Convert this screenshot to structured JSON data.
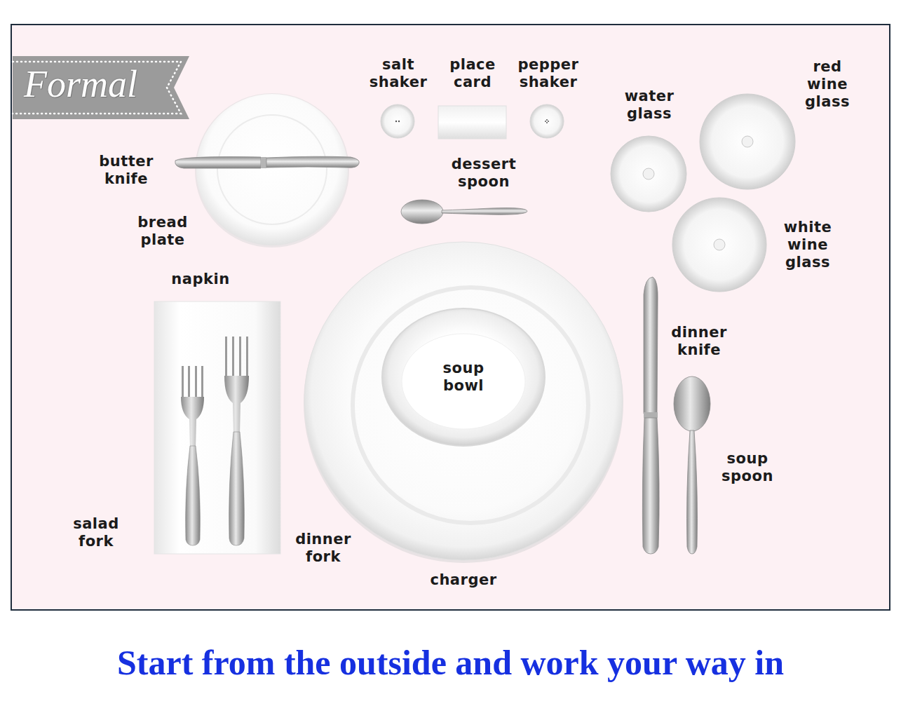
{
  "diagram": {
    "title": "Formal",
    "caption": "Start from the outside and work your way in",
    "nodes": [
      {
        "text": [
          "charger"
        ]
      },
      {
        "text": [
          "soup bowl"
        ],
        "in": 0
      }
    ],
    "labels": [
      "salt shaker",
      "place card",
      "pepper shaker",
      "red wine glass",
      "water glass",
      "butter knife",
      "dessert spoon",
      "bread plate",
      "white wine glass",
      "napkin",
      "dinner knife",
      "soup spoon",
      "salad fork",
      "dinner fork"
    ]
  }
}
